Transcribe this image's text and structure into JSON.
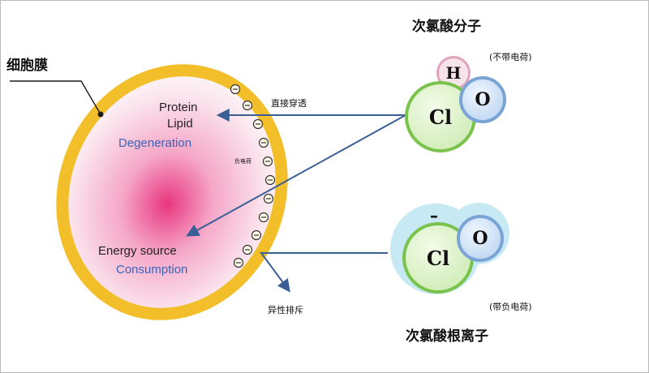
{
  "labels": {
    "cell_membrane": "细胞膜",
    "hocl_title": "次氯酸分子",
    "hocl_charge": "(不带电荷)",
    "ocl_title": "次氯酸根离子",
    "ocl_charge": "(带负电荷)",
    "direct_penetration": "直接穿透",
    "negative_charge": "负电荷",
    "repulsion": "异性排斥"
  },
  "cell": {
    "protein": "Protein",
    "lipid": "Lipid",
    "degeneration": "Degeneration",
    "energy": "Energy source",
    "consumption": "Consumption"
  },
  "atoms": {
    "h": "H",
    "cl_molecule": "Cl",
    "o_molecule": "O",
    "cl_ion": "Cl",
    "o_ion": "O",
    "ion_minus": "–"
  },
  "colors": {
    "membrane": "#f2bf2a",
    "arrow": "#3a5f95",
    "cl_fill": "#d9f1c5",
    "o_fill": "#cfe2f7",
    "h_fill": "#f7e3ea",
    "halo": "#bfe6f3"
  }
}
